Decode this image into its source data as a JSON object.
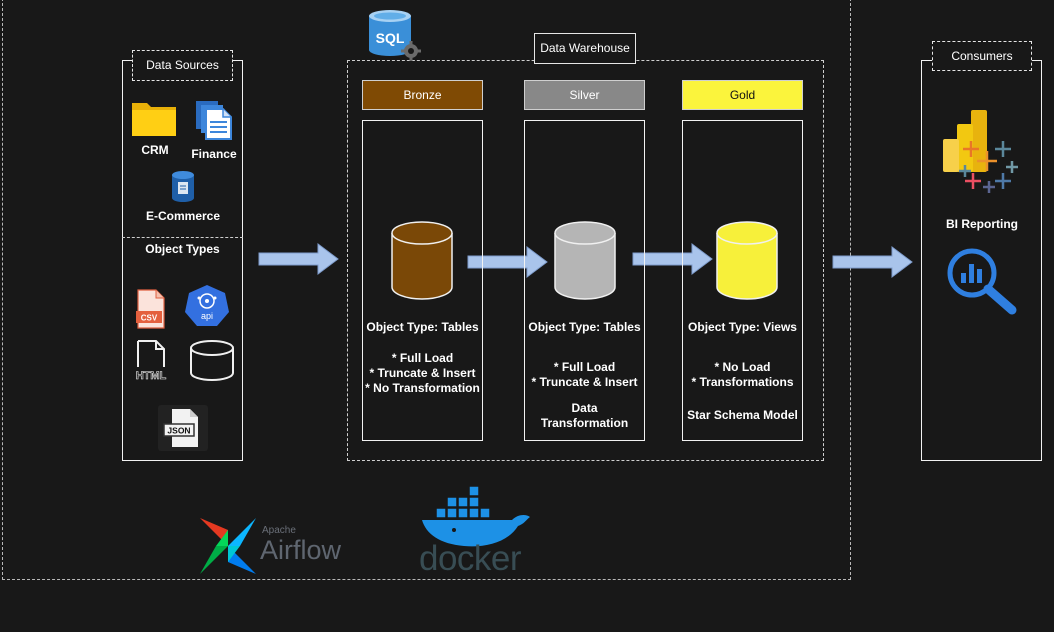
{
  "sources": {
    "title": "Data Sources",
    "crm": "CRM",
    "finance": "Finance",
    "ecommerce": "E-Commerce",
    "object_types_title": "Object Types",
    "icons": [
      "folder-icon",
      "documents-icon",
      "database-icon",
      "csv-icon",
      "api-icon",
      "html-icon",
      "cylinder-icon",
      "json-icon"
    ],
    "icon_text": {
      "csv": "CSV",
      "api": "api",
      "html": "HTML",
      "json": "JSON"
    }
  },
  "warehouse": {
    "title": "Data Warehouse",
    "sql_logo_text": "SQL",
    "layers": [
      {
        "name": "Bronze",
        "color": "#7f4a04",
        "cyl": "#7a4807",
        "object_type": "Object Type: Tables",
        "details": [
          "* Full Load",
          "* Truncate & Insert",
          "* No Transformation"
        ]
      },
      {
        "name": "Silver",
        "color": "#888888",
        "cyl": "#b5b5b5",
        "object_type": "Object Type: Tables",
        "details": [
          "* Full Load",
          "* Truncate & Insert"
        ],
        "extra": [
          "Data",
          "Transformation"
        ]
      },
      {
        "name": "Gold",
        "color": "#fbf43c",
        "cyl": "#f7f03a",
        "object_type": "Object Type: Views",
        "details": [
          "* No Load",
          "* Transformations"
        ],
        "extra": [
          "Star Schema Model"
        ]
      }
    ]
  },
  "consumers": {
    "title": "Consumers",
    "bi": "BI Reporting"
  },
  "tools": {
    "airflow_top": "Apache",
    "airflow": "Airflow",
    "docker": "docker"
  },
  "colors": {
    "background": "#181818",
    "arrow": "#a9c4eb",
    "arrow_stroke": "#7e9ccc"
  }
}
